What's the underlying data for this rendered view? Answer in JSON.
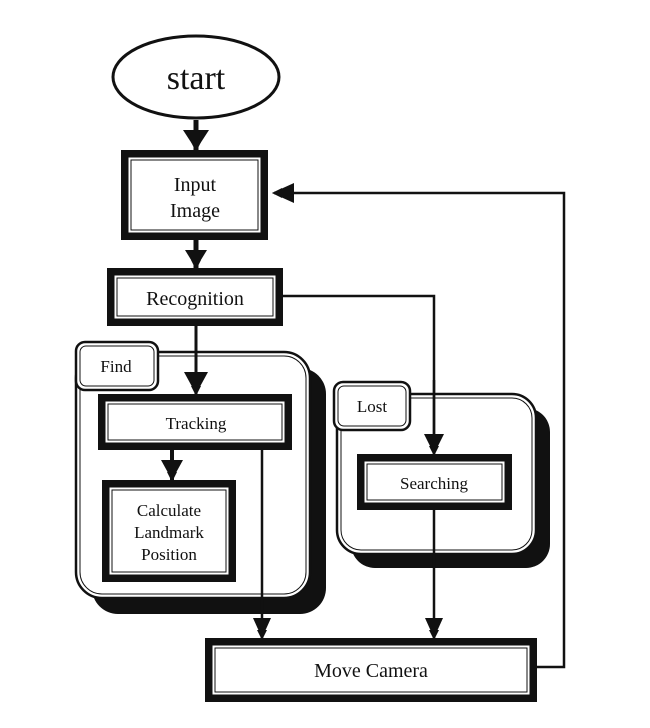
{
  "diagram": {
    "type": "flowchart",
    "colors": {
      "stroke": "#111111",
      "background": "#ffffff",
      "box_fill": "#ffffff"
    },
    "nodes": {
      "start": {
        "label": "start",
        "shape": "ellipse"
      },
      "input_image": {
        "label_lines": [
          "Input",
          "Image"
        ],
        "shape": "double-border-box"
      },
      "recognition": {
        "label": "Recognition",
        "shape": "double-border-box"
      },
      "tracking": {
        "label": "Tracking",
        "shape": "double-border-box"
      },
      "calculate": {
        "label_lines": [
          "Calculate",
          "Landmark",
          "Position"
        ],
        "shape": "double-border-box"
      },
      "searching": {
        "label": "Searching",
        "shape": "double-border-box"
      },
      "move_camera": {
        "label": "Move Camera",
        "shape": "double-border-box"
      }
    },
    "groups": {
      "find": {
        "label": "Find",
        "contains": [
          "tracking",
          "calculate"
        ]
      },
      "lost": {
        "label": "Lost",
        "contains": [
          "searching"
        ]
      }
    },
    "edges": [
      {
        "from": "start",
        "to": "input_image"
      },
      {
        "from": "input_image",
        "to": "recognition"
      },
      {
        "from": "recognition",
        "to": "tracking"
      },
      {
        "from": "recognition",
        "to": "searching"
      },
      {
        "from": "tracking",
        "to": "calculate"
      },
      {
        "from": "tracking",
        "to": "move_camera"
      },
      {
        "from": "searching",
        "to": "move_camera"
      },
      {
        "from": "move_camera",
        "to": "input_image"
      }
    ]
  }
}
